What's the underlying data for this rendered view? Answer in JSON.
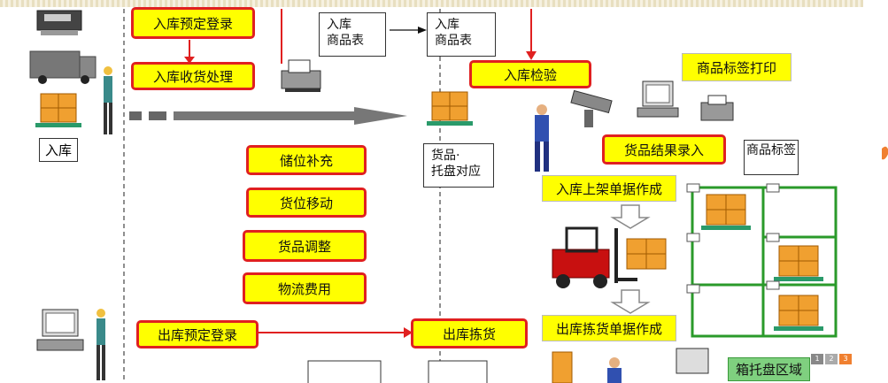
{
  "red_boxes": {
    "inbound_reservation": "入库预定登录",
    "inbound_receiving": "入库收货处理",
    "inbound_inspection": "入库检验",
    "replenish": "储位补充",
    "location_move": "货位移动",
    "goods_adjust": "货品调整",
    "logistics_cost": "物流费用",
    "outbound_reservation": "出库预定登录",
    "outbound_picking": "出库拣货",
    "goods_result_entry": "货品结果录入"
  },
  "plain_boxes": {
    "label_print": "商品标签打印",
    "putaway_doc": "入库上架单据作成",
    "picking_doc": "出库拣货单据作成"
  },
  "documents": {
    "inbound_goods_list_1_line1": "入库",
    "inbound_goods_list_1_line2": "商品表",
    "inbound_goods_list_2_line1": "入库",
    "inbound_goods_list_2_line2": "商品表",
    "goods_pallet_line1": "货品·",
    "goods_pallet_line2": "托盘对应",
    "goods_label": "商品标签"
  },
  "labels": {
    "inbound": "入库",
    "pallet_area": "箱托盘区域"
  },
  "pager": [
    "1",
    "2",
    "3"
  ],
  "colors": {
    "box_fill": "#ffff00",
    "box_border": "#e02020",
    "arrow": "#e02020",
    "rack": "#2a9a2a"
  }
}
